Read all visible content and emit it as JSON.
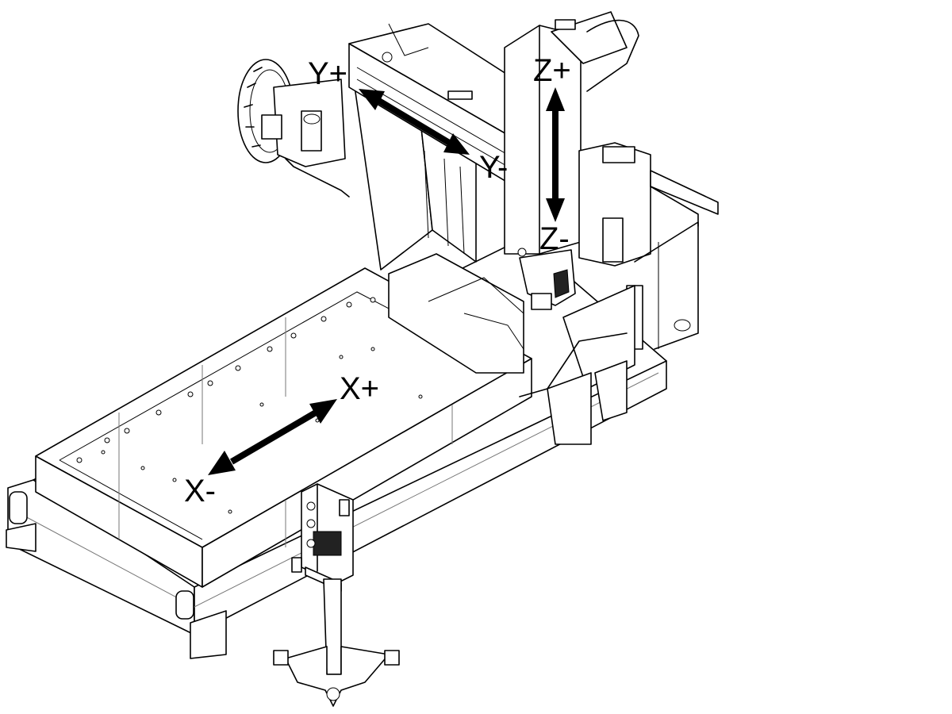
{
  "axes": {
    "x_plus": "X+",
    "x_minus": "X-",
    "y_plus": "Y+",
    "y_minus": "Y-",
    "z_plus": "Z+",
    "z_minus": "Z-"
  },
  "colors": {
    "ink": "#000000",
    "background": "#ffffff"
  }
}
